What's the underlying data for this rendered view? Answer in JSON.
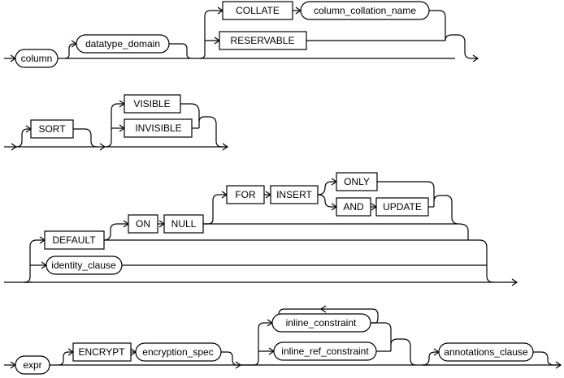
{
  "diagram": {
    "row1": {
      "column": "column",
      "datatype_domain": "datatype_domain",
      "collate": "COLLATE",
      "column_collation_name": "column_collation_name",
      "reservable": "RESERVABLE"
    },
    "row2": {
      "sort": "SORT",
      "visible": "VISIBLE",
      "invisible": "INVISIBLE"
    },
    "row3": {
      "default": "DEFAULT",
      "on": "ON",
      "null": "NULL",
      "for": "FOR",
      "insert": "INSERT",
      "only": "ONLY",
      "and": "AND",
      "update": "UPDATE",
      "identity_clause": "identity_clause"
    },
    "row4": {
      "expr": "expr",
      "encrypt": "ENCRYPT",
      "encryption_spec": "encryption_spec",
      "inline_constraint": "inline_constraint",
      "inline_ref_constraint": "inline_ref_constraint",
      "annotations_clause": "annotations_clause"
    }
  }
}
